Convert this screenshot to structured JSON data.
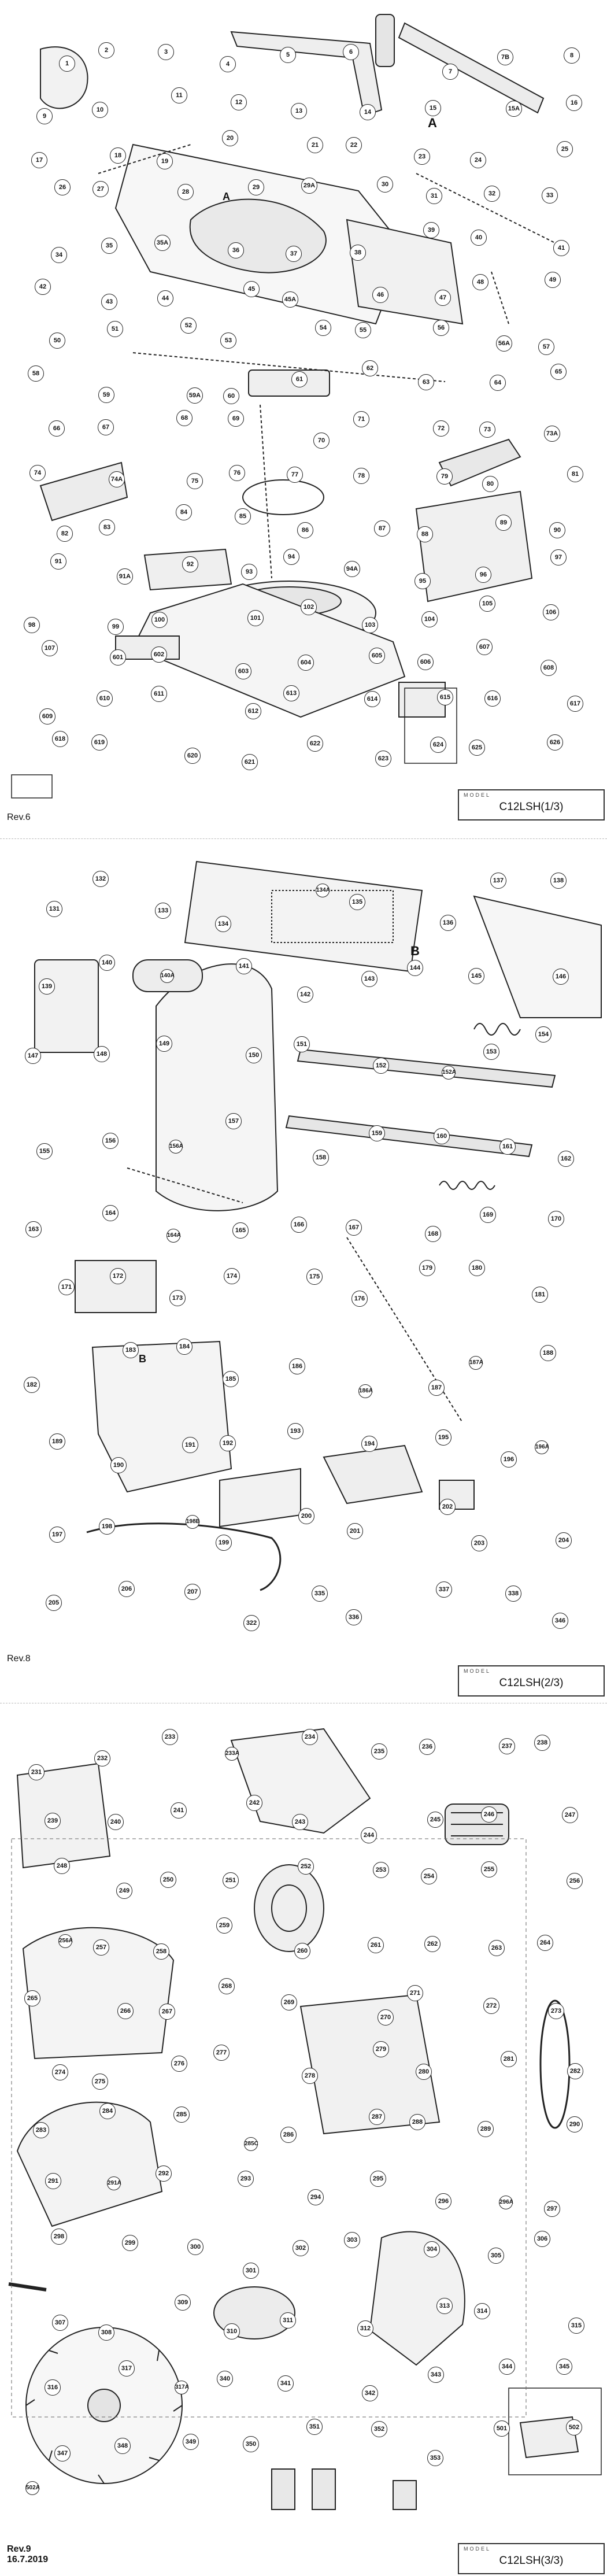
{
  "sheet1": {
    "model_label": "MODEL",
    "title": "C12LSH(1/3)",
    "revision": "Rev.6",
    "letter_a": "A",
    "callouts": [
      "1",
      "2",
      "3",
      "4",
      "5",
      "6",
      "7",
      "7B",
      "8",
      "9",
      "10",
      "11",
      "12",
      "13",
      "14",
      "15",
      "15A",
      "16",
      "17",
      "18",
      "19",
      "20",
      "21",
      "22",
      "23",
      "24",
      "25",
      "26",
      "27",
      "28",
      "29",
      "29A",
      "30",
      "31",
      "32",
      "33",
      "34",
      "35",
      "35A",
      "36",
      "37",
      "38",
      "39",
      "40",
      "41",
      "42",
      "43",
      "44",
      "45",
      "45A",
      "46",
      "47",
      "48",
      "49",
      "50",
      "51",
      "52",
      "53",
      "54",
      "55",
      "56",
      "56A",
      "57",
      "58",
      "59",
      "59A",
      "60",
      "61",
      "62",
      "63",
      "64",
      "65",
      "66",
      "67",
      "68",
      "69",
      "70",
      "71",
      "72",
      "73",
      "73A",
      "74",
      "74A",
      "75",
      "76",
      "77",
      "78",
      "79",
      "80",
      "81",
      "82",
      "83",
      "84",
      "85",
      "86",
      "87",
      "88",
      "89",
      "90",
      "91",
      "91A",
      "92",
      "93",
      "94",
      "94A",
      "95",
      "96",
      "97",
      "98",
      "99",
      "100",
      "101",
      "102",
      "103",
      "104",
      "105",
      "106",
      "107",
      "601",
      "602",
      "603",
      "604",
      "605",
      "606",
      "607",
      "608",
      "609",
      "610",
      "611",
      "612",
      "613",
      "614",
      "615",
      "616",
      "617",
      "618",
      "619",
      "620",
      "621",
      "622",
      "623",
      "624",
      "625",
      "626"
    ]
  },
  "sheet2": {
    "model_label": "MODEL",
    "title": "C12LSH(2/3)",
    "revision": "Rev.8",
    "letter_b": "B",
    "callouts": [
      "131",
      "132",
      "133",
      "134",
      "134A",
      "135",
      "136",
      "137",
      "138",
      "139",
      "140",
      "140A",
      "141",
      "142",
      "143",
      "144",
      "145",
      "146",
      "147",
      "148",
      "149",
      "150",
      "151",
      "152",
      "152A",
      "153",
      "154",
      "155",
      "156",
      "156A",
      "157",
      "158",
      "159",
      "160",
      "161",
      "162",
      "163",
      "164",
      "164A",
      "165",
      "166",
      "167",
      "168",
      "169",
      "170",
      "171",
      "172",
      "173",
      "174",
      "175",
      "176",
      "179",
      "180",
      "181",
      "182",
      "183",
      "184",
      "185",
      "186",
      "186A",
      "187",
      "187A",
      "188",
      "189",
      "190",
      "191",
      "192",
      "193",
      "194",
      "195",
      "196",
      "196A",
      "197",
      "198",
      "198B",
      "199",
      "200",
      "201",
      "202",
      "203",
      "204",
      "205",
      "206",
      "207",
      "322",
      "335",
      "336",
      "337",
      "338",
      "346"
    ]
  },
  "sheet3": {
    "model_label": "MODEL",
    "title": "C12LSH(3/3)",
    "revision": "Rev.9",
    "date": "16.7.2019",
    "callouts": [
      "231",
      "232",
      "233",
      "233A",
      "234",
      "235",
      "236",
      "237",
      "238",
      "239",
      "240",
      "241",
      "242",
      "243",
      "244",
      "245",
      "246",
      "247",
      "248",
      "249",
      "250",
      "251",
      "252",
      "253",
      "254",
      "255",
      "256",
      "256A",
      "257",
      "258",
      "259",
      "260",
      "261",
      "262",
      "263",
      "264",
      "265",
      "266",
      "267",
      "268",
      "269",
      "270",
      "271",
      "272",
      "273",
      "274",
      "275",
      "276",
      "277",
      "278",
      "279",
      "280",
      "281",
      "282",
      "283",
      "284",
      "285",
      "285C",
      "286",
      "287",
      "288",
      "289",
      "290",
      "291",
      "291A",
      "292",
      "293",
      "294",
      "295",
      "296",
      "296A",
      "297",
      "298",
      "299",
      "300",
      "301",
      "302",
      "303",
      "304",
      "305",
      "306",
      "307",
      "308",
      "309",
      "310",
      "311",
      "312",
      "313",
      "314",
      "315",
      "316",
      "317",
      "317A",
      "340",
      "341",
      "342",
      "343",
      "344",
      "345",
      "347",
      "348",
      "349",
      "350",
      "351",
      "352",
      "353",
      "501",
      "502",
      "502A"
    ]
  }
}
